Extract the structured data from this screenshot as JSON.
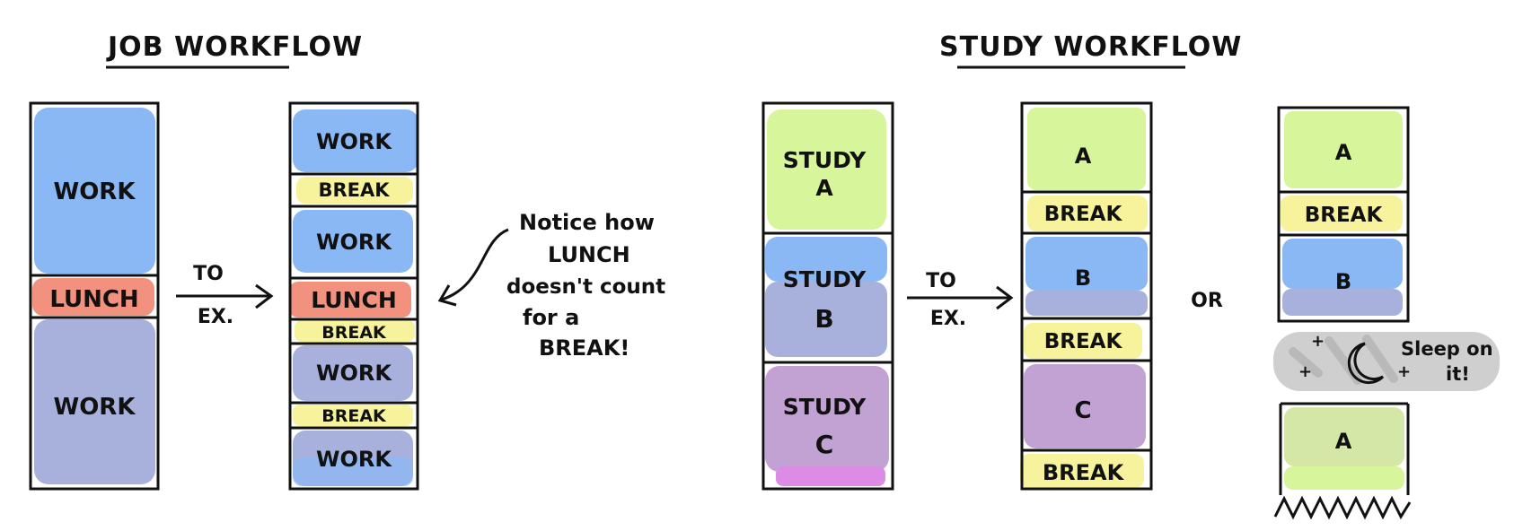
{
  "job": {
    "title": "JOB WORKFLOW",
    "before": {
      "work_top": "WORK",
      "lunch": "LUNCH",
      "work_bottom": "WORK"
    },
    "arrow_top": "TO",
    "arrow_bottom": "EX.",
    "after": {
      "work1": "WORK",
      "break1": "BREAK",
      "work2": "WORK",
      "lunch": "LUNCH",
      "break2": "BREAK",
      "work3": "WORK",
      "break3": "BREAK",
      "work4": "WORK"
    },
    "note": [
      "Notice how",
      "LUNCH",
      "doesn't count",
      "for a",
      "BREAK!"
    ]
  },
  "study": {
    "title": "STUDY WORKFLOW",
    "before": {
      "a_line1": "STUDY",
      "a_line2": "A",
      "b_line1": "STUDY",
      "b_line2": "B",
      "c_line1": "STUDY",
      "c_line2": "C"
    },
    "arrow_top": "TO",
    "arrow_bottom": "EX.",
    "after": {
      "a": "A",
      "break1": "BREAK",
      "b": "B",
      "break2": "BREAK",
      "c": "C",
      "break3": "BREAK"
    },
    "or_label": "OR",
    "alt_top": {
      "a": "A",
      "break": "BREAK",
      "b": "B"
    },
    "sleep": [
      "Sleep on",
      "it!"
    ],
    "alt_bottom": {
      "a": "A"
    }
  },
  "colors": {
    "work_blue": "#8ab8f5",
    "work_purple": "#a7b1dc",
    "lunch_salmon": "#f2917e",
    "break_yellow": "#f6f39c",
    "study_green": "#d7f59a",
    "study_purple": "#c2a1d3",
    "study_magenta": "#dd8ce6",
    "cloud_gray": "#cfcfcf",
    "alt_a2_green": "#d4e7a6"
  }
}
